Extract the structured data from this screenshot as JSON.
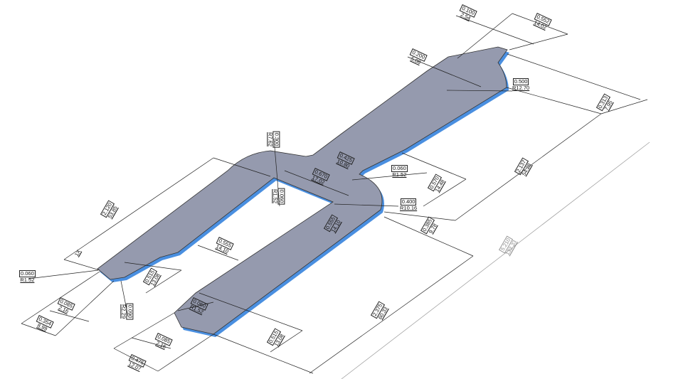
{
  "drawing": {
    "part_fill": "#959aae",
    "edge_color": "#4a8fe0",
    "line_color": "#222222",
    "dimensions": [
      {
        "in": "0.100",
        "mm": "2.54"
      },
      {
        "in": "0.552",
        "mm": "14.02"
      },
      {
        "in": "0.200",
        "mm": "5.08"
      },
      {
        "in": "0.500",
        "mm": "R12.70"
      },
      {
        "in": "0.313",
        "mm": "7.95"
      },
      {
        "in": "2.137",
        "mm": "54.28"
      },
      {
        "in": "0.425",
        "mm": "10.80"
      },
      {
        "in": "0.670",
        "mm": "17.02"
      },
      {
        "in": "0.060",
        "mm": "R1.52"
      },
      {
        "in": "0.300",
        "mm": "R7.62"
      },
      {
        "in": "0.060",
        "mm": "R1.52"
      },
      {
        "in": "0.570",
        "mm": "14.48"
      },
      {
        "in": "0.400",
        "mm": "R10.16"
      },
      {
        "in": "0.385",
        "mm": "9.78"
      },
      {
        "in": "0.555",
        "mm": "14.10"
      },
      {
        "in": "2.120",
        "mm": "53.85"
      },
      {
        "in": "0.555",
        "mm": "14.10"
      },
      {
        "in": "",
        "mm": "1X"
      },
      {
        "in": "0.060",
        "mm": "R1.52"
      },
      {
        "in": "0.515",
        "mm": "13.08"
      },
      {
        "in": "0.090",
        "mm": "R2.29"
      },
      {
        "in": "0.085",
        "mm": "2.16"
      },
      {
        "in": "0.354",
        "mm": "8.99"
      },
      {
        "in": "0.060",
        "mm": "R1.52"
      },
      {
        "in": "0.085",
        "mm": "2.16"
      },
      {
        "in": "0.475",
        "mm": "12.07"
      },
      {
        "in": "0.515",
        "mm": "13.08"
      },
      {
        "in": "2.375",
        "mm": "60.33"
      },
      {
        "in": "5.210",
        "mm": "132.33",
        "reference": true
      }
    ]
  }
}
